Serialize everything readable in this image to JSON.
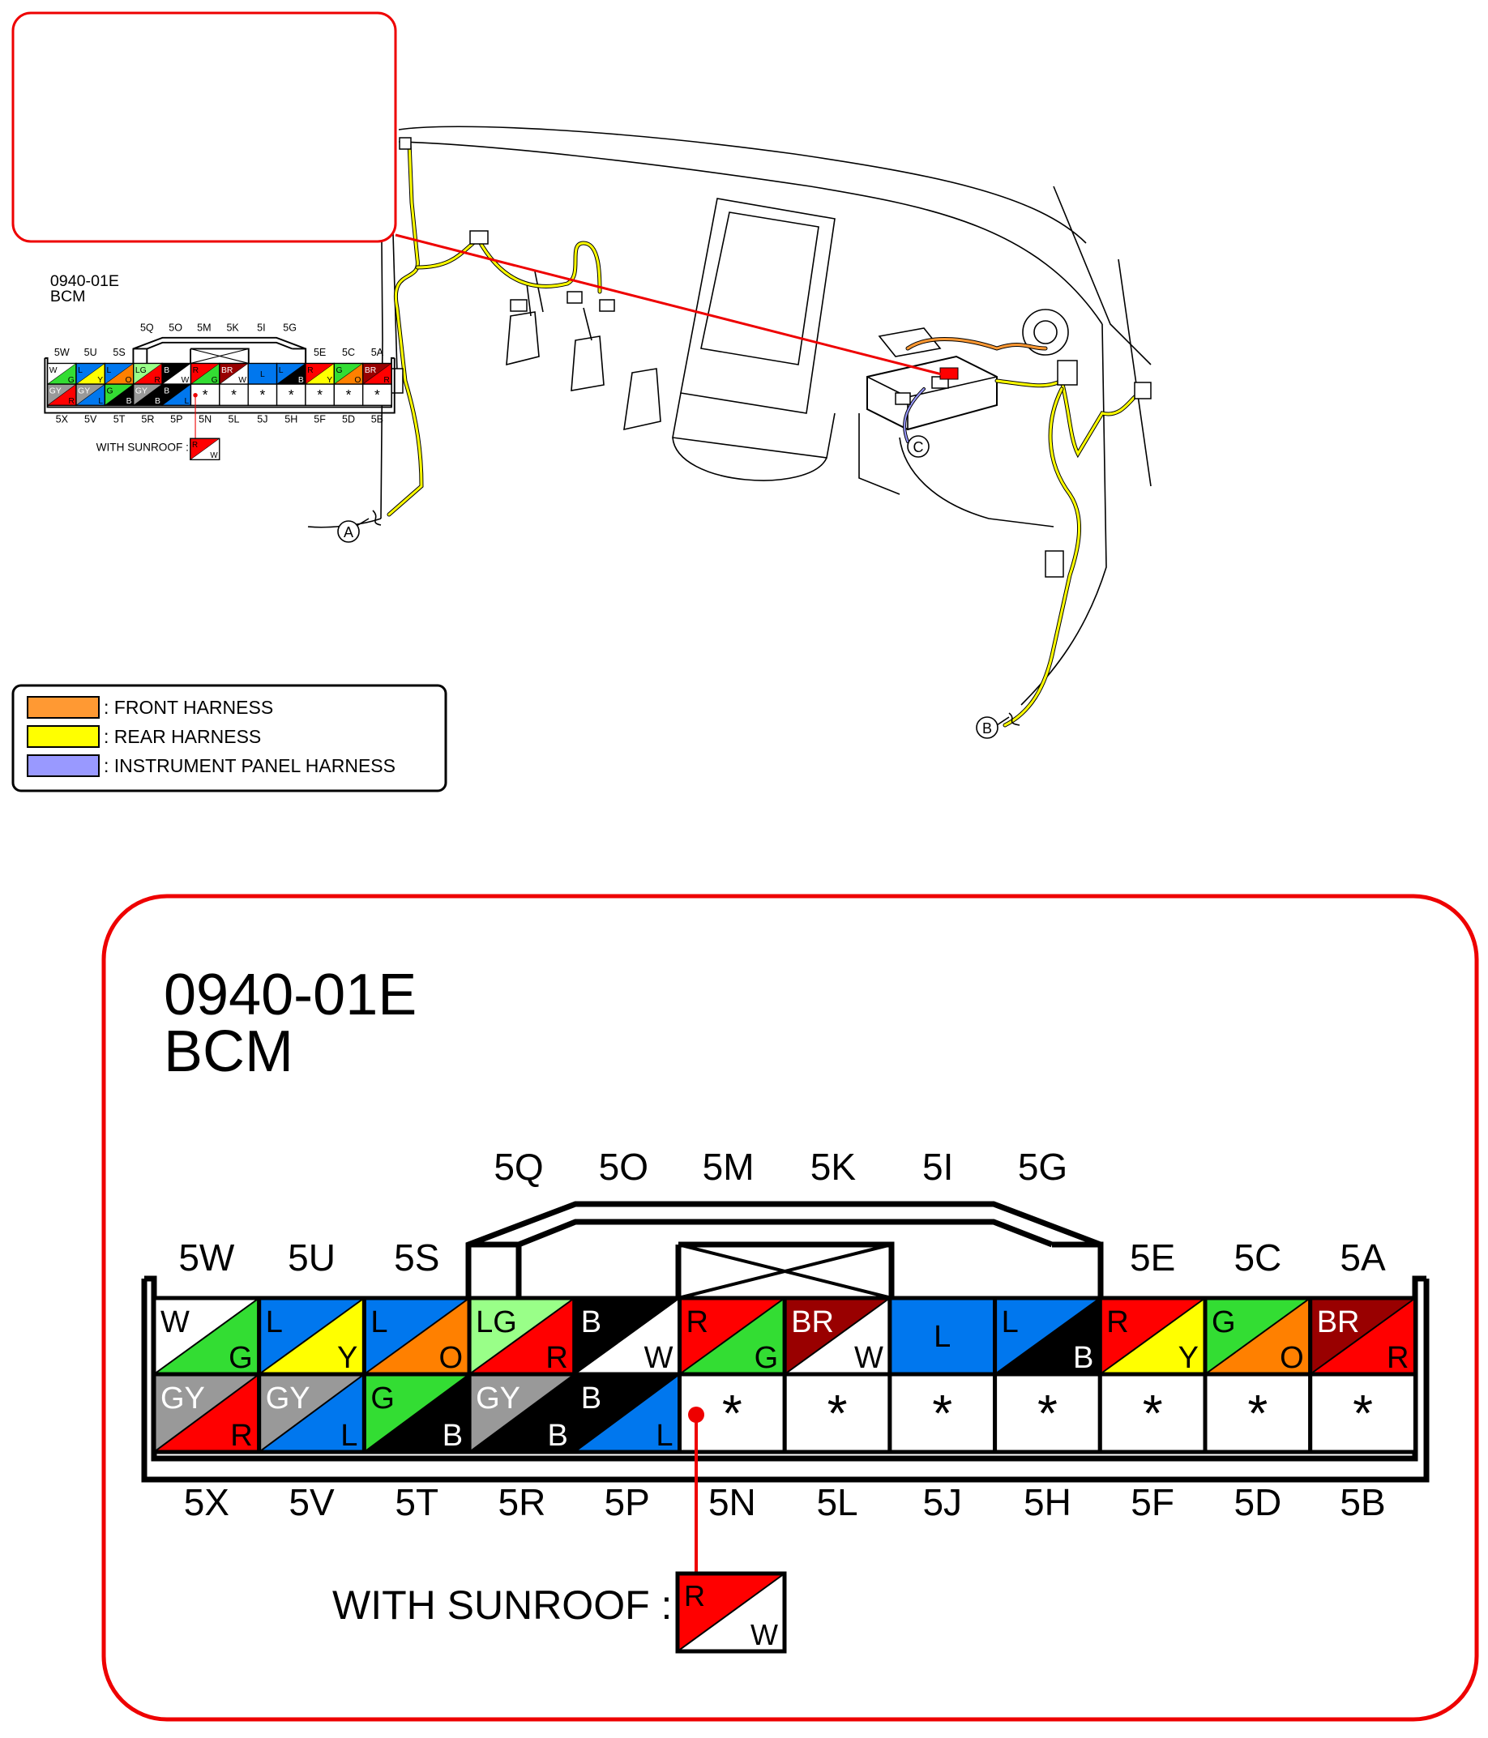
{
  "connector": {
    "code": "0940-01E",
    "name": "BCM",
    "sunroof_label": "WITH SUNROOF :",
    "sunroof_wire": {
      "top": "R",
      "bottom": "W",
      "c1": "#ff0000",
      "c2": "#ffffff"
    },
    "top_labels": [
      "5W",
      "5U",
      "5S",
      "5Q",
      "5O",
      "5M",
      "5K",
      "5I",
      "5G",
      "5E",
      "5C",
      "5A"
    ],
    "bottom_labels": [
      "5X",
      "5V",
      "5T",
      "5R",
      "5P",
      "5N",
      "5L",
      "5J",
      "5H",
      "5F",
      "5D",
      "5B"
    ],
    "upper_row": [
      {
        "top": "W",
        "bottom": "G",
        "c1": "#ffffff",
        "c2": "#33dd33"
      },
      {
        "top": "L",
        "bottom": "Y",
        "c1": "#0077ee",
        "c2": "#ffff00"
      },
      {
        "top": "L",
        "bottom": "O",
        "c1": "#0077ee",
        "c2": "#ff8000"
      },
      {
        "top": "LG",
        "bottom": "R",
        "c1": "#99ff88",
        "c2": "#ff0000"
      },
      {
        "top": "B",
        "bottom": "W",
        "c1": "#000000",
        "c2": "#ffffff"
      },
      {
        "top": "R",
        "bottom": "G",
        "c1": "#ff0000",
        "c2": "#33dd33"
      },
      {
        "top": "BR",
        "bottom": "W",
        "c1": "#990000",
        "c2": "#ffffff"
      },
      {
        "top": "L",
        "bottom": "",
        "c1": "#0077ee",
        "c2": "#0077ee"
      },
      {
        "top": "L",
        "bottom": "B",
        "c1": "#0077ee",
        "c2": "#000000"
      },
      {
        "top": "R",
        "bottom": "Y",
        "c1": "#ff0000",
        "c2": "#ffff00"
      },
      {
        "top": "G",
        "bottom": "O",
        "c1": "#33dd33",
        "c2": "#ff8000"
      },
      {
        "top": "BR",
        "bottom": "R",
        "c1": "#990000",
        "c2": "#ff0000"
      }
    ],
    "lower_row": [
      {
        "top": "GY",
        "bottom": "R",
        "c1": "#999999",
        "c2": "#ff0000"
      },
      {
        "top": "GY",
        "bottom": "L",
        "c1": "#999999",
        "c2": "#0077ee"
      },
      {
        "top": "G",
        "bottom": "B",
        "c1": "#33dd33",
        "c2": "#000000"
      },
      {
        "top": "GY",
        "bottom": "B",
        "c1": "#999999",
        "c2": "#000000"
      },
      {
        "top": "B",
        "bottom": "L",
        "c1": "#000000",
        "c2": "#0077ee"
      },
      {
        "top": "*",
        "bottom": "",
        "c1": "#ffffff",
        "c2": "#ffffff"
      },
      {
        "top": "*",
        "bottom": "",
        "c1": "#ffffff",
        "c2": "#ffffff"
      },
      {
        "top": "*",
        "bottom": "",
        "c1": "#ffffff",
        "c2": "#ffffff"
      },
      {
        "top": "*",
        "bottom": "",
        "c1": "#ffffff",
        "c2": "#ffffff"
      },
      {
        "top": "*",
        "bottom": "",
        "c1": "#ffffff",
        "c2": "#ffffff"
      },
      {
        "top": "*",
        "bottom": "",
        "c1": "#ffffff",
        "c2": "#ffffff"
      },
      {
        "top": "*",
        "bottom": "",
        "c1": "#ffffff",
        "c2": "#ffffff"
      }
    ]
  },
  "legend": [
    {
      "label": ": FRONT HARNESS",
      "color": "#ff9933"
    },
    {
      "label": ": REAR HARNESS",
      "color": "#ffff00"
    },
    {
      "label": ": INSTRUMENT PANEL HARNESS",
      "color": "#9999ff"
    }
  ],
  "locators": {
    "a": "A",
    "b": "B",
    "c": "C"
  },
  "colors": {
    "callout_border": "#ee0000",
    "front": "#ff9933",
    "rear": "#ffff00",
    "ip": "#9999ff"
  }
}
